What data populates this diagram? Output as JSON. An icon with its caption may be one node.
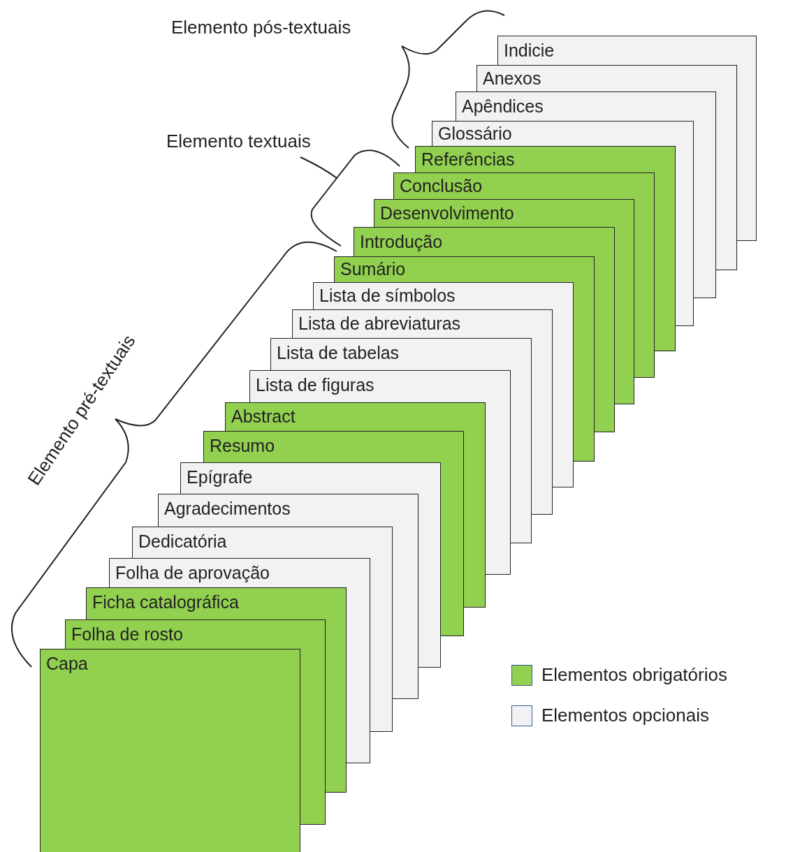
{
  "diagram": {
    "nodes": [
      {
        "text": [
          "Indicie"
        ]
      },
      {
        "text": [
          "Anexos"
        ]
      },
      {
        "text": [
          "Apêndices"
        ]
      },
      {
        "text": [
          "Glossário"
        ]
      },
      {
        "text": [
          "Referências"
        ]
      },
      {
        "text": [
          "Conclusão"
        ]
      },
      {
        "text": [
          "Desenvolvimento"
        ]
      },
      {
        "text": [
          "Introdução"
        ]
      },
      {
        "text": [
          "Sumário"
        ]
      },
      {
        "text": [
          "Lista de símbolos"
        ]
      },
      {
        "text": [
          "Lista de abreviaturas"
        ]
      },
      {
        "text": [
          "Lista de tabelas"
        ]
      },
      {
        "text": [
          "Lista de figuras"
        ]
      },
      {
        "text": [
          "Abstract"
        ]
      },
      {
        "text": [
          "Resumo"
        ]
      },
      {
        "text": [
          "Epígrafe"
        ]
      },
      {
        "text": [
          "Agradecimentos"
        ]
      },
      {
        "text": [
          "Dedicatória"
        ]
      },
      {
        "text": [
          "Folha de aprovação"
        ]
      },
      {
        "text": [
          "Ficha catalográfica"
        ]
      },
      {
        "text": [
          "Folha de rosto"
        ]
      },
      {
        "text": [
          "Capa"
        ]
      }
    ],
    "labels": [
      "Elemento pós-textuais",
      "Elemento textuais",
      "Elemento pré-textuais"
    ],
    "legend": [
      {
        "text": "Elementos obrigatórios",
        "color": "#92d050"
      },
      {
        "text": "Elementos opcionais",
        "color": "#f2f2f2"
      }
    ]
  }
}
